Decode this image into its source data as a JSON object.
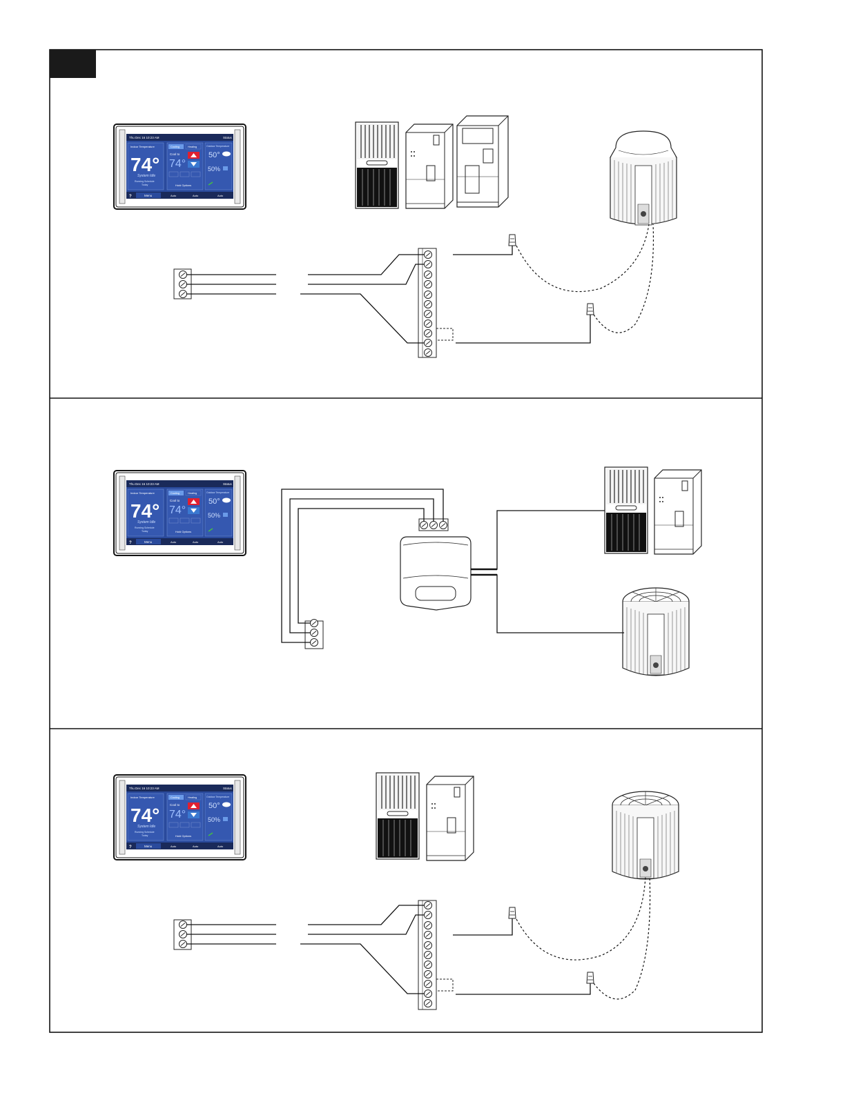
{
  "diagram_title": "",
  "thermostat": {
    "date_time": "Thu Dec 16  10:23 AM",
    "indoor_label": "Indoor Temperature",
    "indoor_temp": "74°",
    "system_mode": "System Idle",
    "schedule_text": "Running Schedule",
    "schedule_sub": "Today",
    "cooling_tab": "Cooling",
    "heating_tab": "Heating",
    "cool_to_label": "Cool to",
    "setpoint": "74°",
    "outdoor_label": "Outdoor Temperature",
    "outdoor_temp": "50°",
    "humidity": "50%",
    "hold_label": "Hold Options",
    "status_label": "Status",
    "nav_help": "Help",
    "nav_menu": "Menu",
    "nav_auto": "Auto",
    "nav_fan": "Auto",
    "nav_mode": "Auto"
  },
  "panels": [
    {
      "layout": "control-board-with-splices",
      "indoor_units": 3,
      "outdoor_unit": "condenser-top-view"
    },
    {
      "layout": "hub-module",
      "indoor_units": 2,
      "outdoor_unit": "condenser-fan-view"
    },
    {
      "layout": "control-board-with-splices",
      "indoor_units": 2,
      "outdoor_unit": "condenser-fan-view"
    }
  ],
  "colors": {
    "screen_bg": "#2a4a9c",
    "screen_header": "#1a2a5a",
    "red_button": "#e02030",
    "blue_button": "#3a78d0",
    "green_text": "#46c040",
    "frame_line": "#111111"
  }
}
